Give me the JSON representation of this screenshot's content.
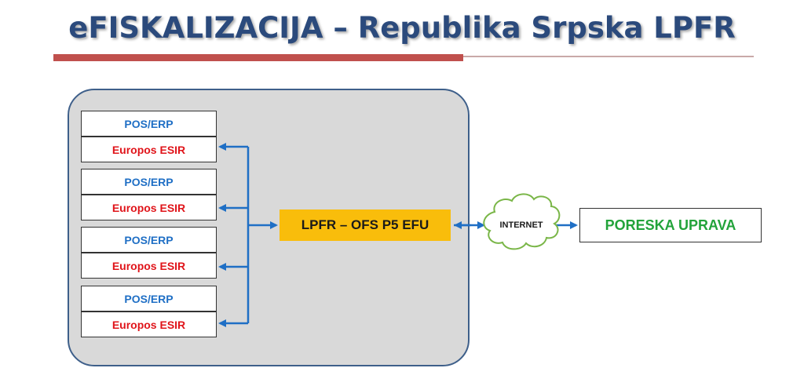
{
  "title": "eFISKALIZACIJA – Republika Srpska LPFR",
  "clients": [
    {
      "pos": "POS/ERP",
      "esir": "Europos ESIR"
    },
    {
      "pos": "POS/ERP",
      "esir": "Europos ESIR"
    },
    {
      "pos": "POS/ERP",
      "esir": "Europos ESIR"
    },
    {
      "pos": "POS/ERP",
      "esir": "Europos ESIR"
    }
  ],
  "lpfr_label": "LPFR – OFS P5 EFU",
  "internet_label": "INTERNET",
  "tax_authority_label": "PORESKA UPRAVA",
  "colors": {
    "title": "#2b4a7c",
    "accent_bar": "#c0504d",
    "container_fill": "#d9d9d9",
    "container_border": "#3e5f8a",
    "pos_text": "#1f6fc5",
    "esir_text": "#e0141a",
    "lpfr_fill": "#f9bd0b",
    "tax_text": "#22a33a",
    "arrow": "#1f6fc5",
    "cloud_border": "#7ab648"
  }
}
